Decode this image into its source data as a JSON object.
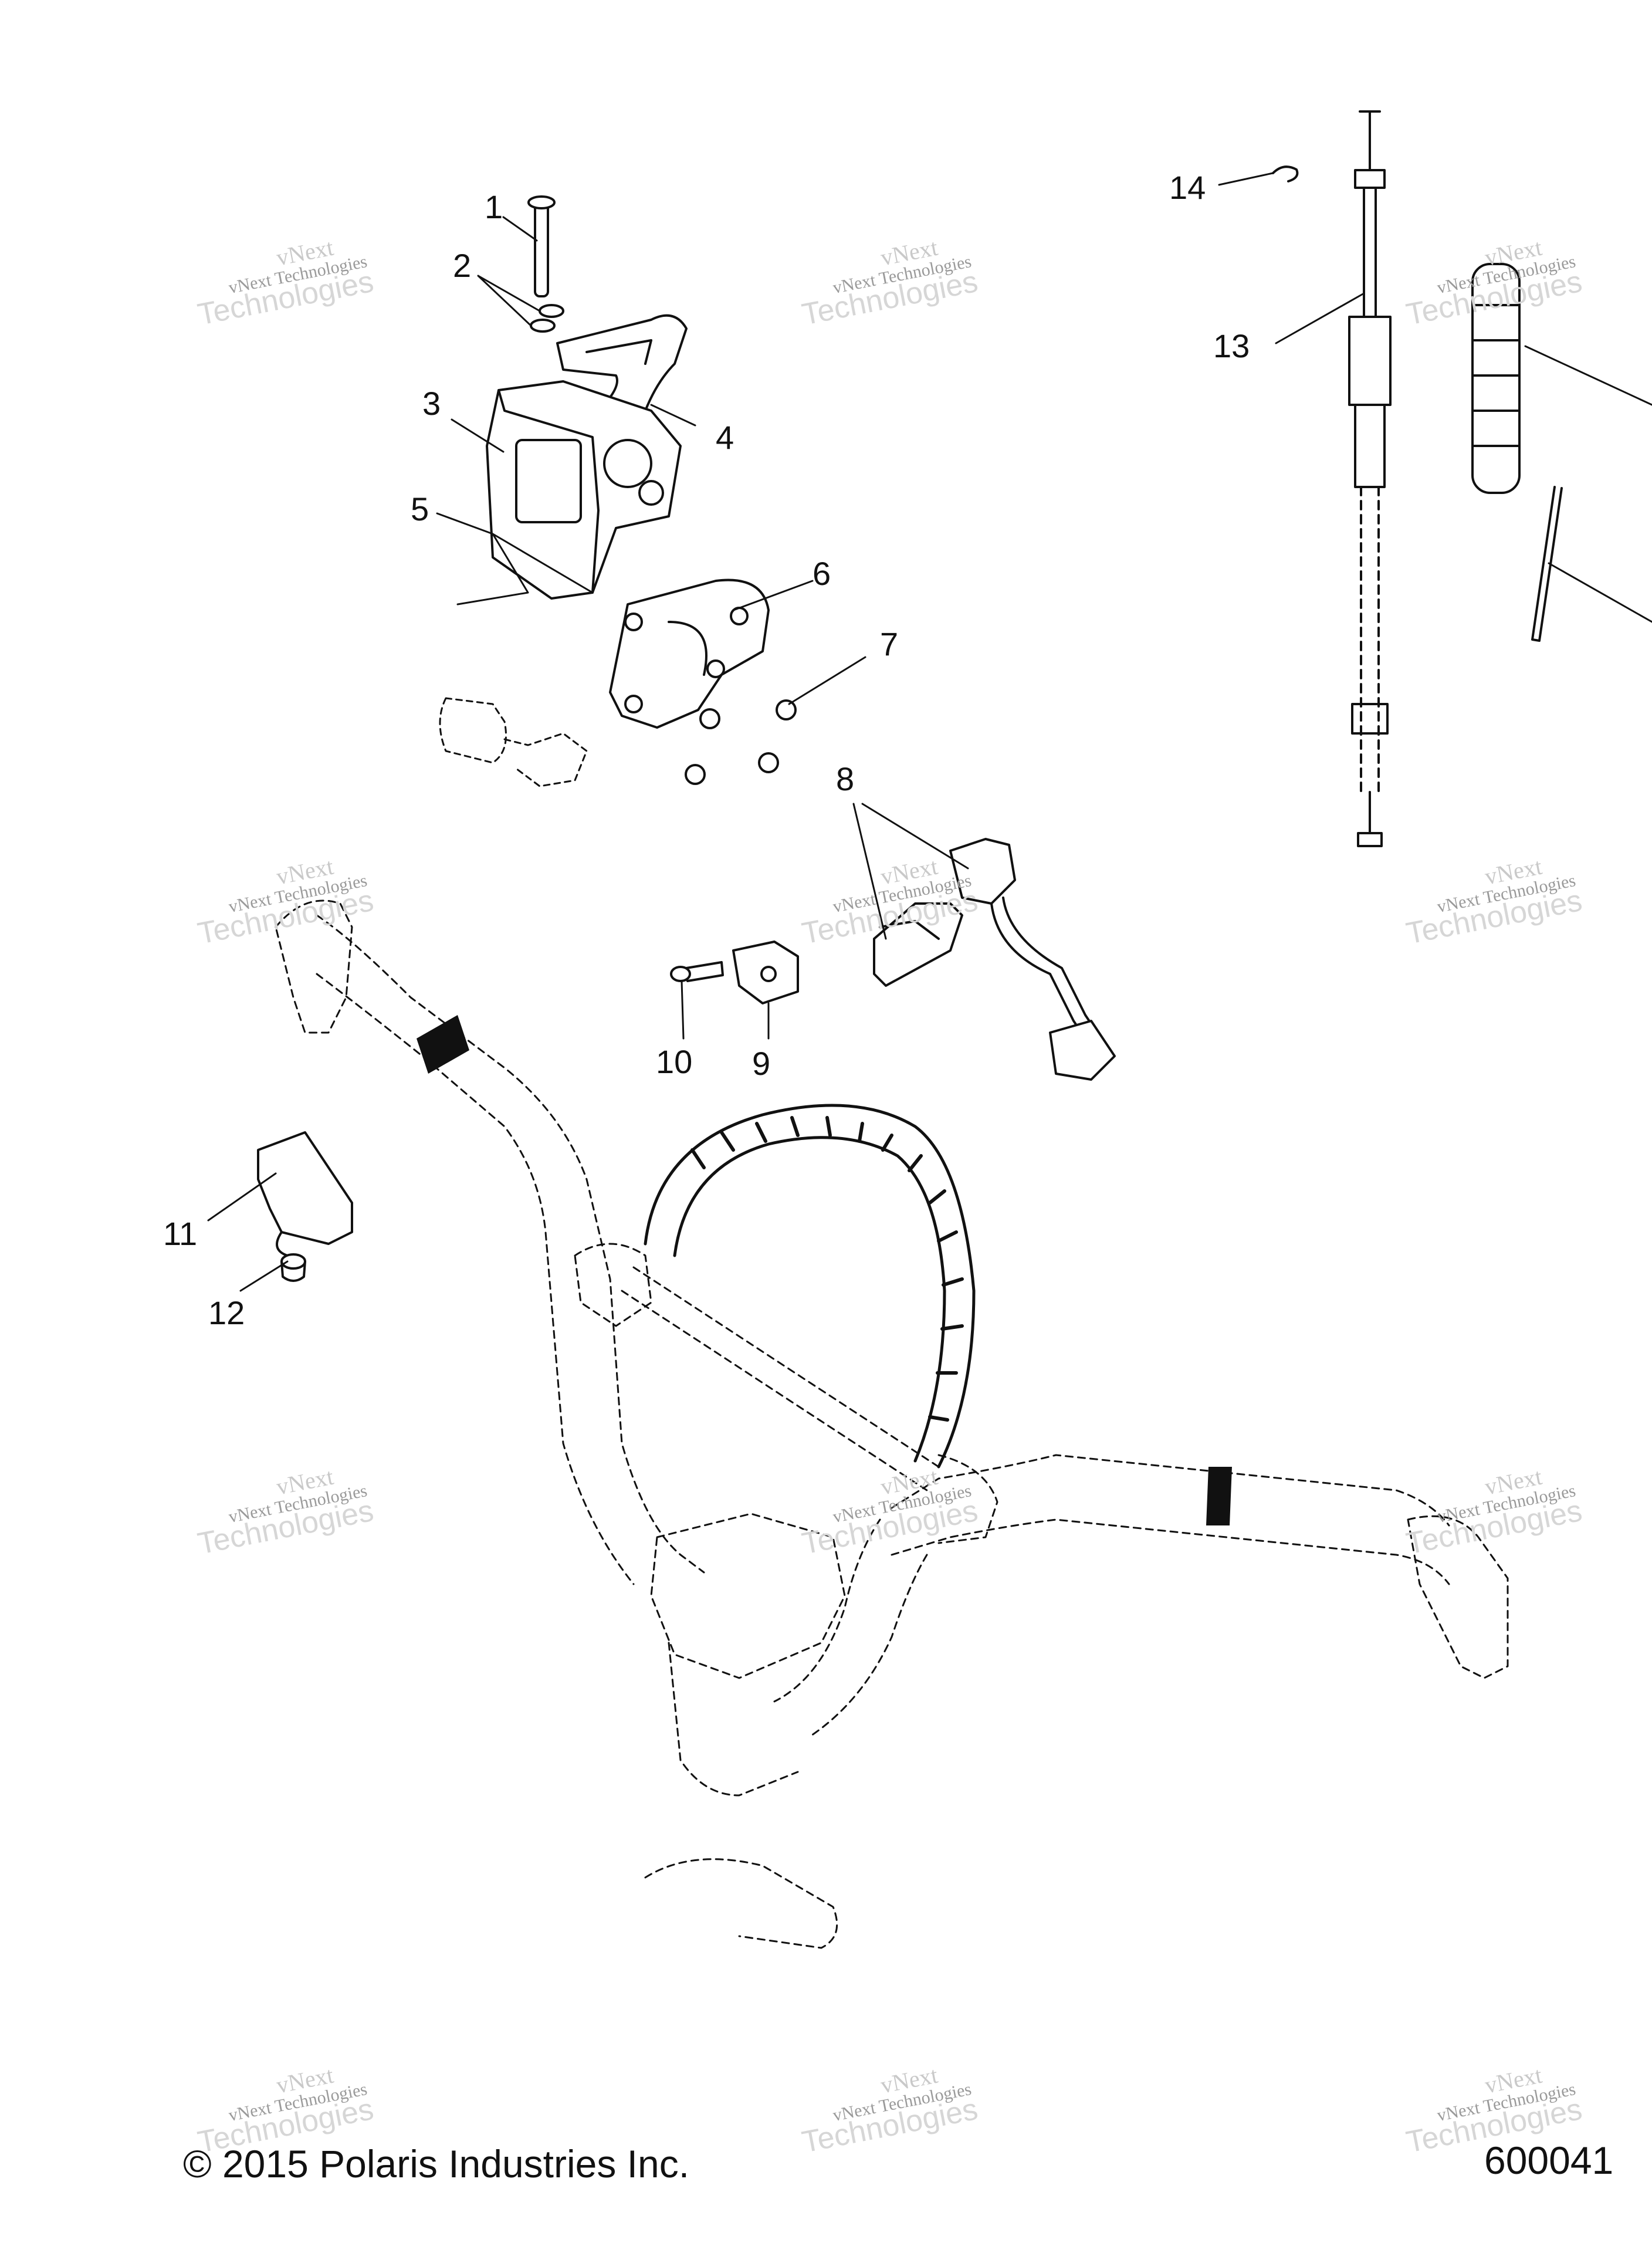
{
  "callouts": [
    {
      "id": "1",
      "text": "1"
    },
    {
      "id": "2",
      "text": "2"
    },
    {
      "id": "3",
      "text": "3"
    },
    {
      "id": "4",
      "text": "4"
    },
    {
      "id": "5",
      "text": "5"
    },
    {
      "id": "6",
      "text": "6"
    },
    {
      "id": "7",
      "text": "7"
    },
    {
      "id": "8",
      "text": "8"
    },
    {
      "id": "9",
      "text": "9"
    },
    {
      "id": "10",
      "text": "10"
    },
    {
      "id": "11",
      "text": "11"
    },
    {
      "id": "12",
      "text": "12"
    },
    {
      "id": "13",
      "text": "13"
    },
    {
      "id": "14",
      "text": "14"
    }
  ],
  "watermark": {
    "line1": "vNext",
    "line2": "vNext Technologies",
    "line3": "Technologies"
  },
  "footer": {
    "copyright": "© 2015 Polaris Industries Inc.",
    "drawing_number": "600041"
  }
}
